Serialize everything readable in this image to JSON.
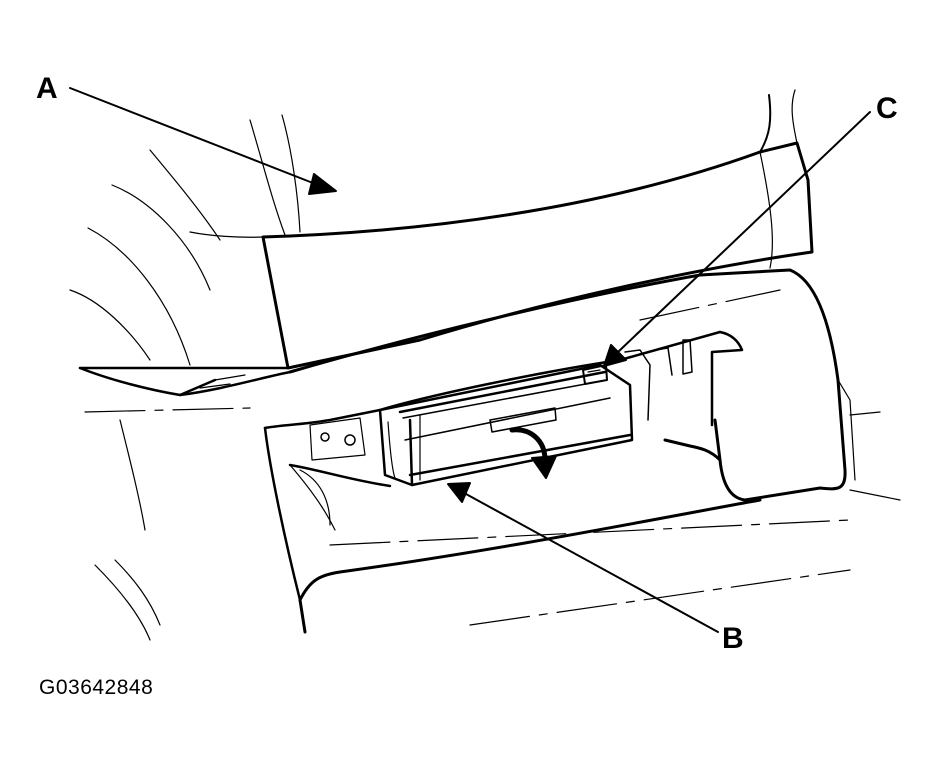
{
  "callouts": {
    "a": "A",
    "b": "B",
    "c": "C"
  },
  "figure_id": "G03642848",
  "colors": {
    "line": "#000000",
    "background": "#ffffff"
  }
}
